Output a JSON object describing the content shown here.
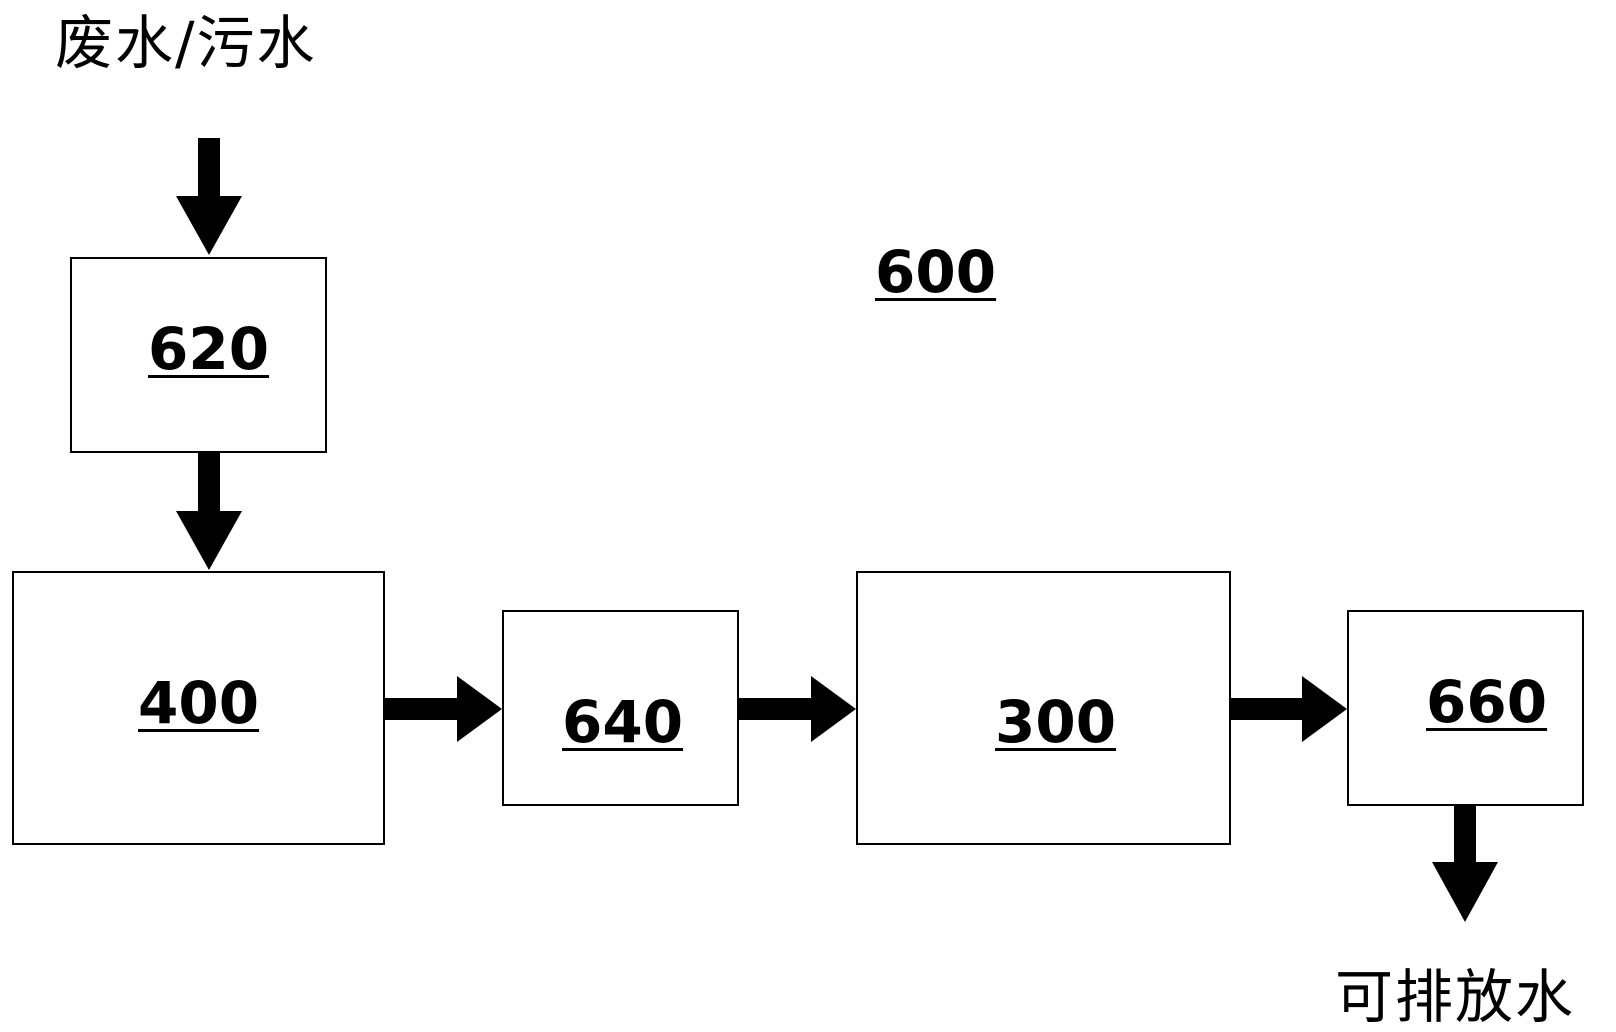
{
  "labels": {
    "input": "废水/污水",
    "output": "可排放水"
  },
  "refs": {
    "system": "600",
    "b620": "620",
    "b400": "400",
    "b640": "640",
    "b300": "300",
    "b660": "660"
  }
}
